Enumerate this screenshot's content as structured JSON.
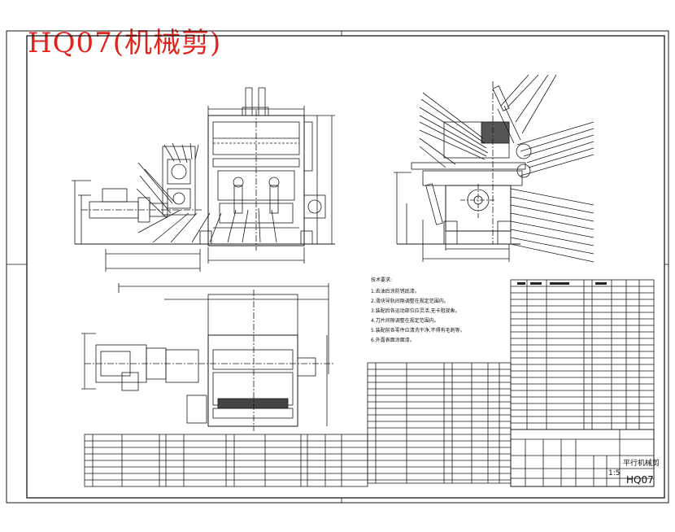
{
  "title": "HQ07(机械剪)",
  "colors": {
    "title": "#e0241b",
    "line": "#1a1a1a",
    "background": "#ffffff"
  },
  "title_block": {
    "drawing_name": "平行机械剪",
    "drawing_no": "HQ07",
    "scale": "1:5"
  },
  "notes": {
    "heading": "技术要求:",
    "items": [
      "1.去油后涂防锈底漆。",
      "2.滑块导轨间隙调整在规定范围内。",
      "3.装配后各运动部位应灵活,无卡阻现象。",
      "4.刀片间隙调整在规定范围内。",
      "5.装配前各零件应清洗干净,不得有毛刺等。",
      "6.外露表面涂面漆。"
    ]
  }
}
